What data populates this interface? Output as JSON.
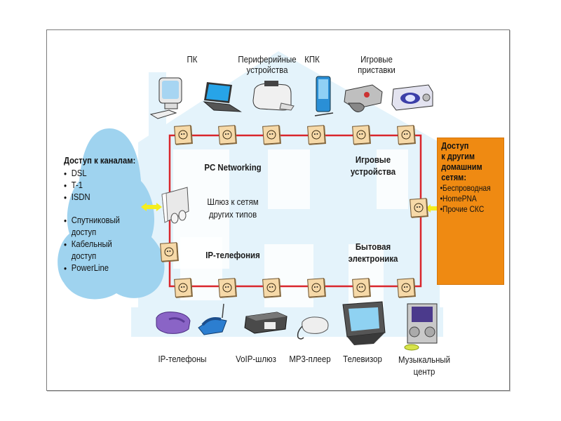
{
  "diagram": {
    "title": "Home network diagram",
    "top_devices": [
      {
        "label": "ПК",
        "icon": "desktop-pc-icon"
      },
      {
        "label": "Периферийные\nустройства",
        "line1": "Периферийные",
        "line2": "устройства",
        "icon": "printer-icon"
      },
      {
        "label": "КПК",
        "icon": "pda-icon"
      },
      {
        "label": "Игровые\nприставки",
        "line1": "Игровые",
        "line2": "приставки",
        "icon": "game-console-icon"
      }
    ],
    "bottom_devices": [
      {
        "label": "IP-телефоны",
        "icon": "ip-phone-icon"
      },
      {
        "label": "VoIP-шлюз",
        "icon": "voip-gateway-icon"
      },
      {
        "label": "MP3-плеер",
        "icon": "mp3-player-icon"
      },
      {
        "label": "Телевизор",
        "icon": "tv-icon"
      },
      {
        "label": "Музыкальный\nцентр",
        "line1": "Музыкальный",
        "line2": "центр",
        "icon": "stereo-system-icon"
      }
    ],
    "zones": {
      "pc_networking": "PC Networking",
      "gaming_line1": "Игровые",
      "gaming_line2": "устройства",
      "ip_telephony": "IP-телефония",
      "consumer_line1": "Бытовая",
      "consumer_line2": "электроника"
    },
    "gateway": {
      "line1": "Шлюз к сетям",
      "line2": "других типов",
      "icon": "gateway-icon"
    },
    "channel_access": {
      "title": "Доступ к каналам:",
      "group1": [
        "DSL",
        "T-1",
        "ISDN"
      ],
      "group2": [
        "Спутниковый доступ",
        "Кабельный доступ",
        "PowerLine"
      ],
      "group2_lines": [
        [
          "Спутниковый",
          "доступ"
        ],
        [
          "Кабельный",
          "доступ"
        ],
        [
          "PowerLine"
        ]
      ]
    },
    "other_networks": {
      "title_lines": [
        "Доступ",
        "к другим",
        "домашним",
        "сетям:"
      ],
      "items": [
        "Беспроводная",
        "HomePNA",
        "Прочие СКС"
      ]
    },
    "colors": {
      "network_line": "#d9262c",
      "cloud": "#9fd3ef",
      "house": "#e4f3fb",
      "orange_box": "#ef8a12",
      "socket": "#f6d9a8",
      "arrow": "#f4ee1e"
    }
  }
}
